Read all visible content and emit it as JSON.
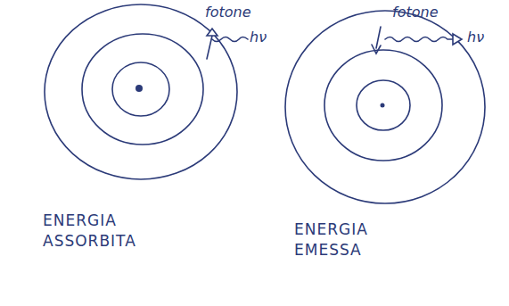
{
  "diagram": {
    "labels": [
      "fotone",
      "hν",
      "ENERGIA ASSORBITA",
      "fotone",
      "hν",
      "ENERGIA EMESSA"
    ]
  }
}
